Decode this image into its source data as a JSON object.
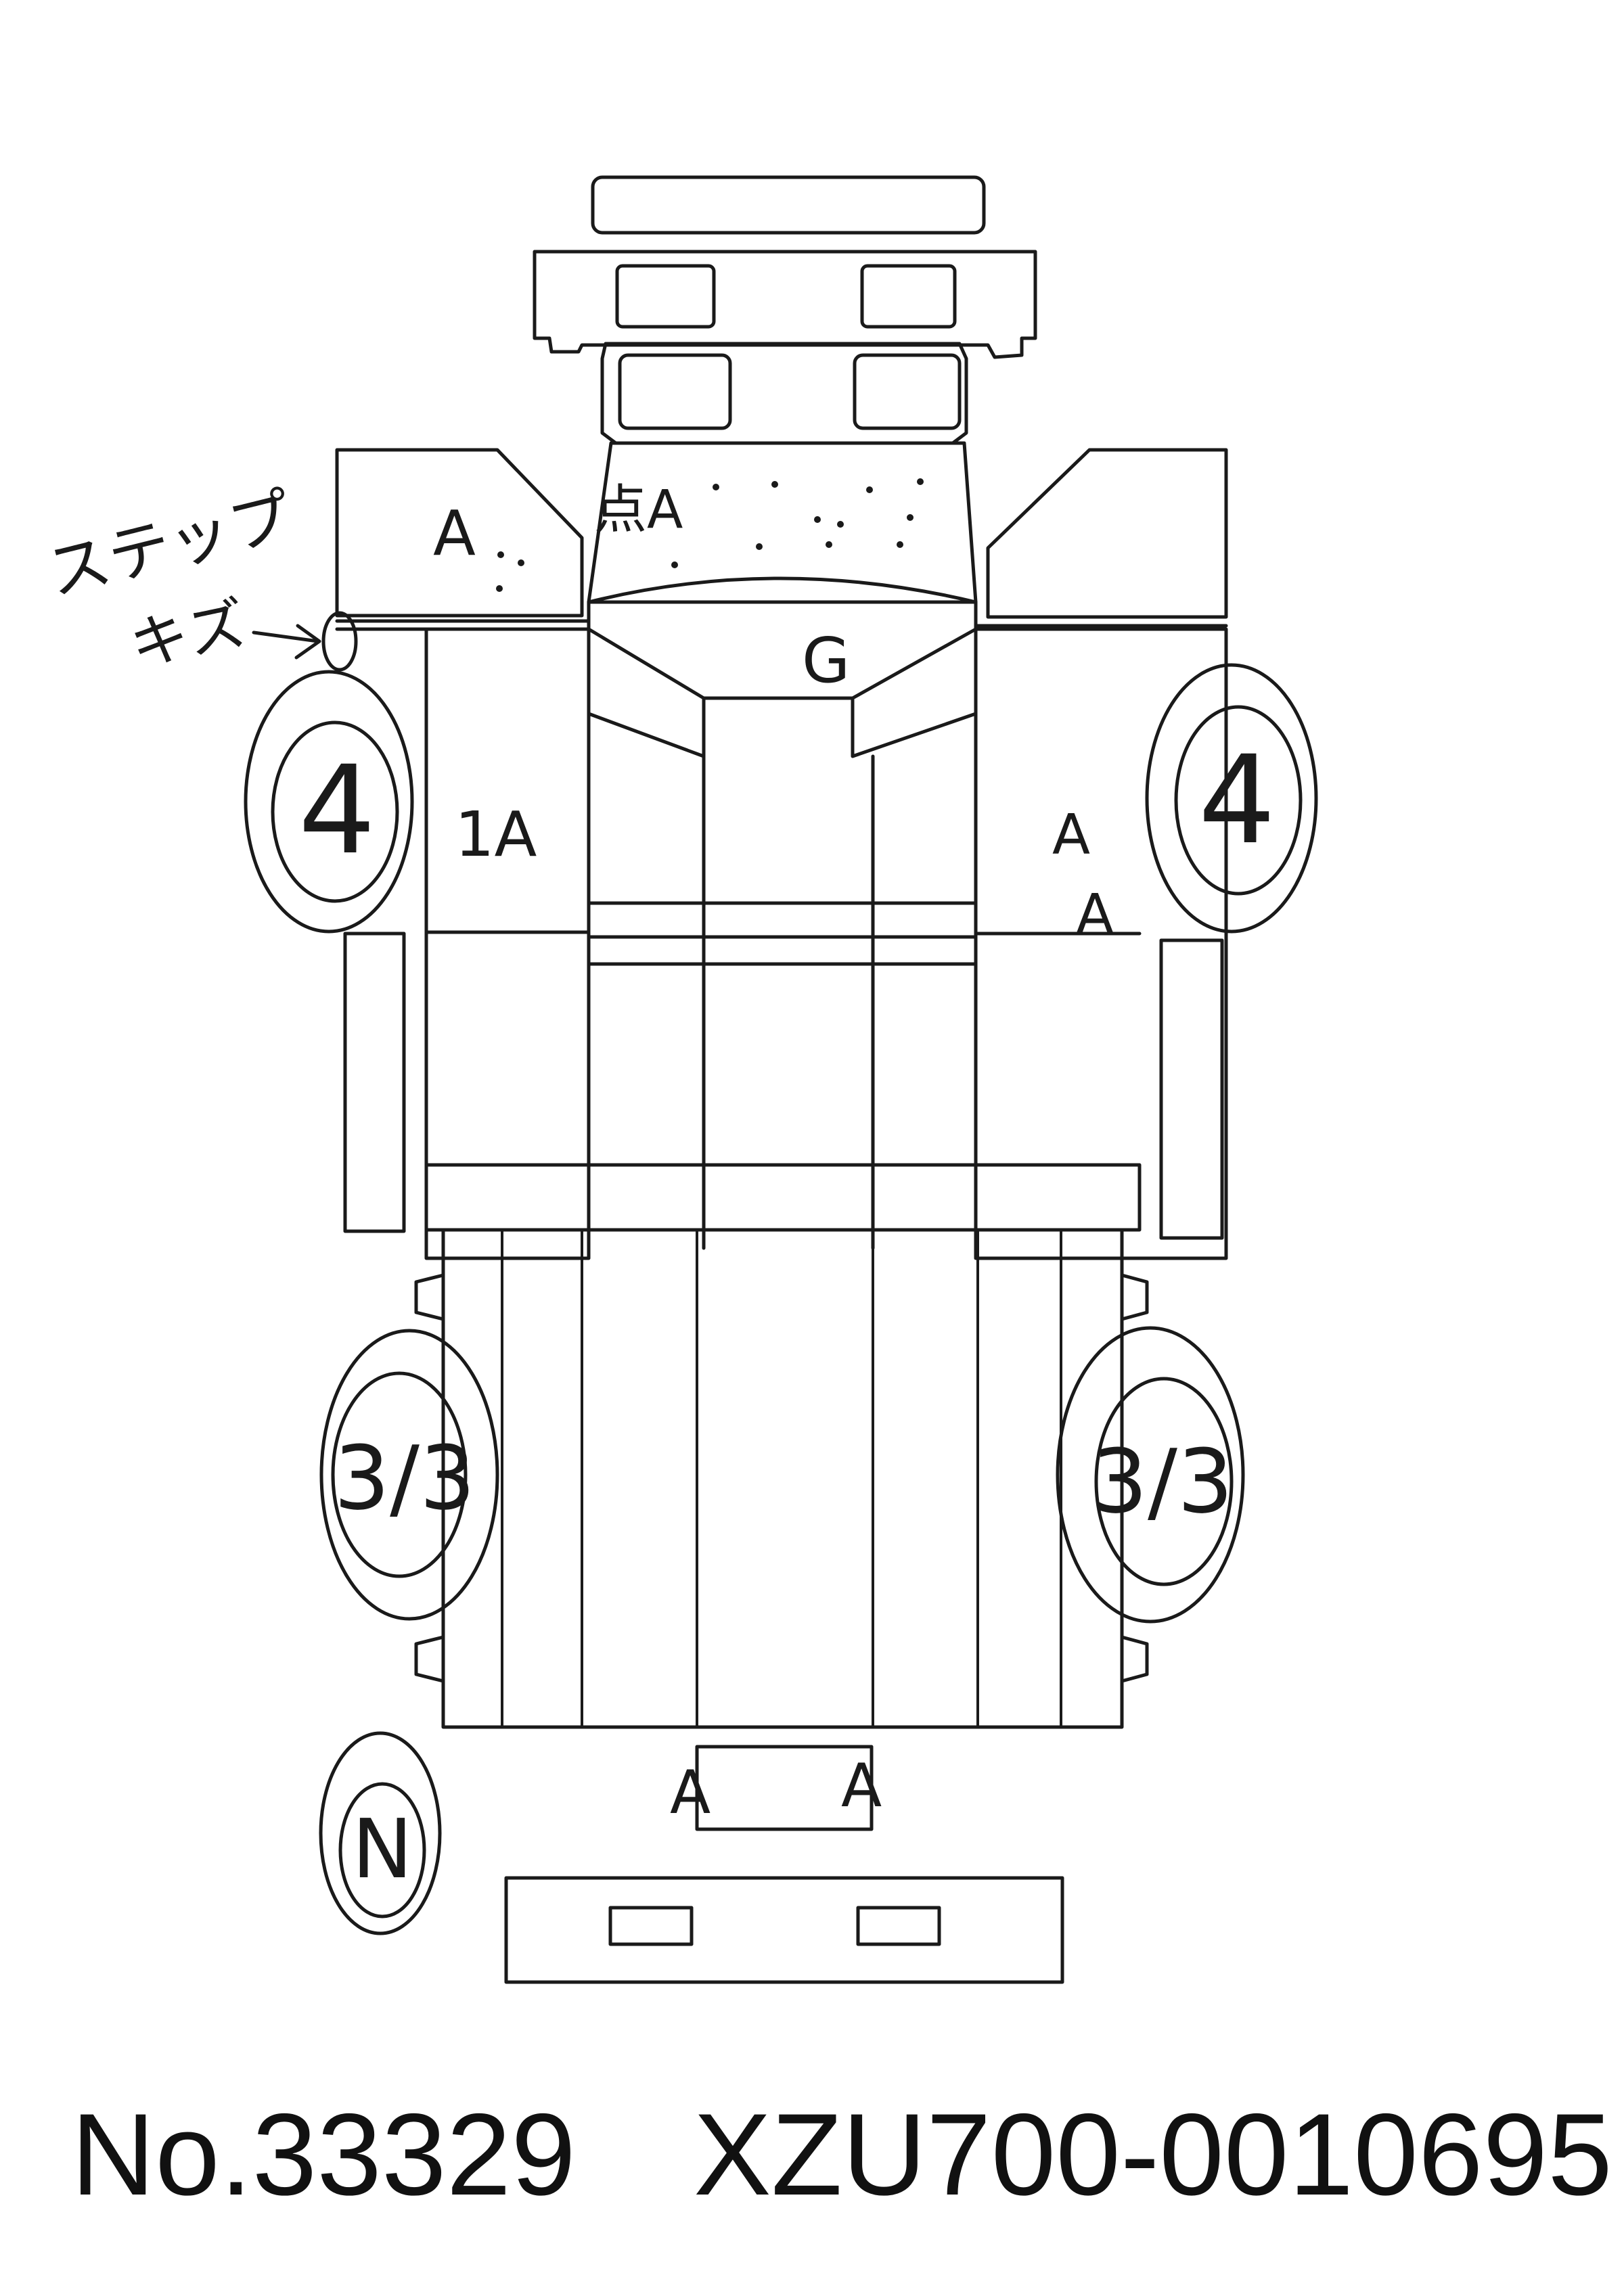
{
  "marks": {
    "step_note_line1": "ステップ",
    "step_note_line2": "キズ",
    "hood_left": "A",
    "hood_spots": "点A",
    "windshield": "G",
    "left_door": "1A",
    "right_door_upper": "A",
    "right_door_lower": "A",
    "rear_left": "A",
    "rear_right": "A",
    "front_tire_left": "4",
    "front_tire_right": "4",
    "rear_tire_left": "3/3",
    "rear_tire_right": "3/3",
    "spare_tire": "N"
  },
  "footer": {
    "stock_number": "No.33329",
    "chassis_number": "XZU700-0010695"
  }
}
